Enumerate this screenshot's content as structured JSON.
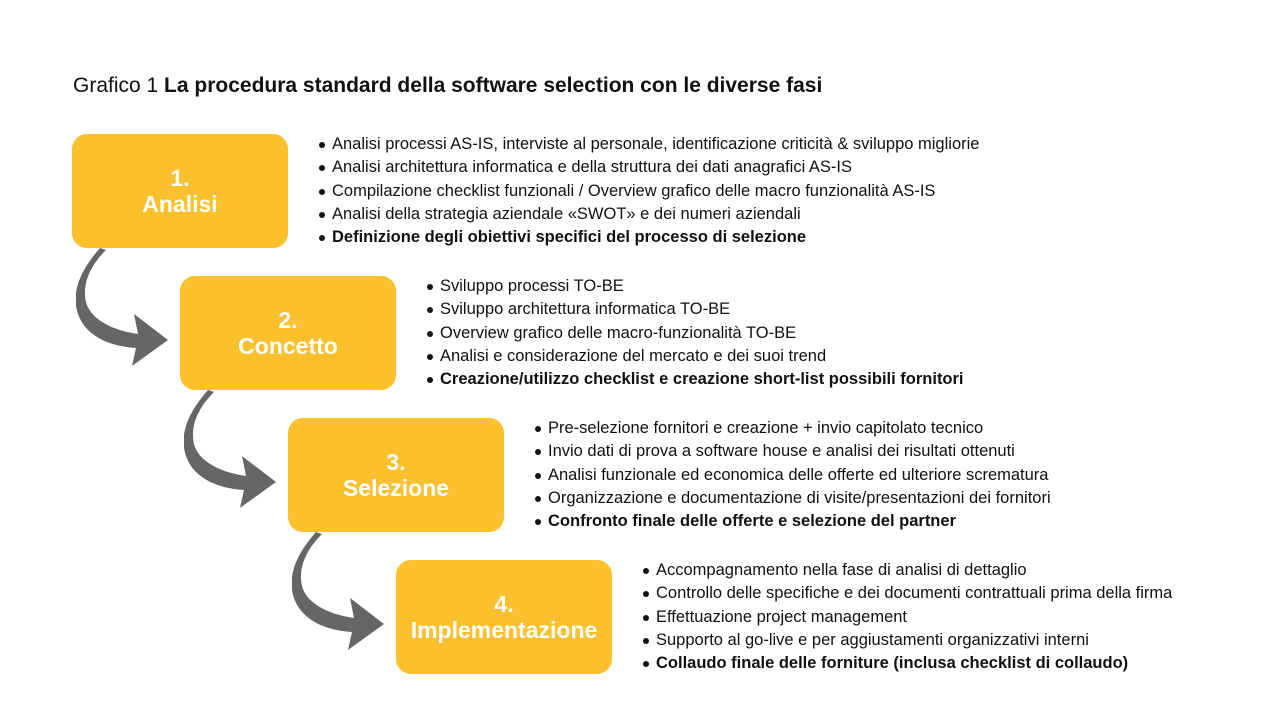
{
  "title": {
    "prefix": "Grafico 1",
    "main": "La procedura standard della software selection con le diverse fasi"
  },
  "colors": {
    "box": "#FBC02D",
    "arrow": "#666666",
    "text": "#111111",
    "box_text": "#FFFFFF"
  },
  "steps": [
    {
      "number": "1.",
      "label": "Analisi",
      "items": [
        "Analisi processi AS-IS, interviste al personale, identificazione criticità & sviluppo migliorie",
        "Analisi architettura informatica e della struttura dei dati anagrafici AS-IS",
        "Compilazione checklist funzionali / Overview grafico delle macro funzionalità AS-IS",
        "Analisi della strategia aziendale «SWOT» e dei numeri aziendali",
        "Definizione degli obiettivi specifici del processo di selezione"
      ]
    },
    {
      "number": "2.",
      "label": "Concetto",
      "items": [
        "Sviluppo processi TO-BE",
        "Sviluppo architettura informatica TO-BE",
        "Overview grafico delle macro-funzionalità TO-BE",
        "Analisi e considerazione del mercato e dei suoi trend",
        "Creazione/utilizzo checklist e creazione short-list possibili fornitori"
      ]
    },
    {
      "number": "3.",
      "label": "Selezione",
      "items": [
        "Pre-selezione fornitori e creazione + invio capitolato tecnico",
        "Invio dati di prova a software house e analisi dei risultati ottenuti",
        "Analisi funzionale ed economica delle offerte ed ulteriore scrematura",
        "Organizzazione e documentazione di visite/presentazioni dei fornitori",
        "Confronto finale delle offerte e selezione del partner"
      ]
    },
    {
      "number": "4.",
      "label": "Implementazione",
      "items": [
        "Accompagnamento nella fase di analisi di dettaglio",
        "Controllo delle specifiche e dei documenti contrattuali prima della firma",
        "Effettuazione project management",
        "Supporto al go-live e per aggiustamenti organizzativi interni",
        "Collaudo finale delle forniture (inclusa checklist di collaudo)"
      ]
    }
  ]
}
